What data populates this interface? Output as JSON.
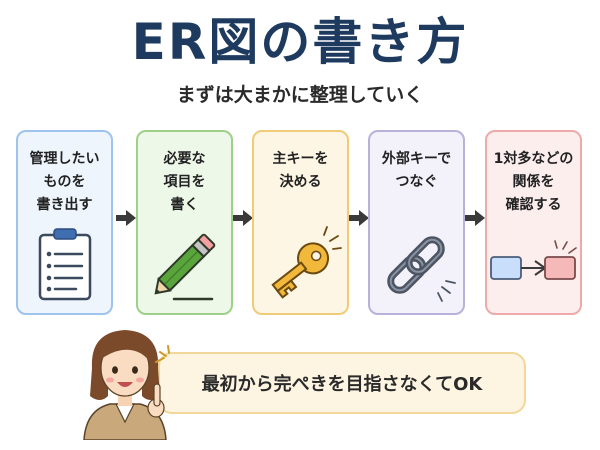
{
  "header": {
    "title": "ER図の書き方",
    "subtitle": "まずは大まかに整理していく"
  },
  "steps": [
    {
      "label": "管理したい\nものを\n書き出す",
      "icon": "clipboard-icon",
      "color": "#9ec3ec"
    },
    {
      "label": "必要な\n項目を\n書く",
      "icon": "pencil-icon",
      "color": "#9fd08a"
    },
    {
      "label": "主キーを\n決める",
      "icon": "key-icon",
      "color": "#f0cb7a"
    },
    {
      "label": "外部キーで\nつなぐ",
      "icon": "chain-link-icon",
      "color": "#b9b1dc"
    },
    {
      "label": "1対多などの\n関係を\n確認する",
      "icon": "relationship-diagram-icon",
      "color": "#eeaaaa"
    }
  ],
  "tip": {
    "text": "最初から完ぺきを目指さなくてOK",
    "icon": "teacher-avatar-icon"
  }
}
